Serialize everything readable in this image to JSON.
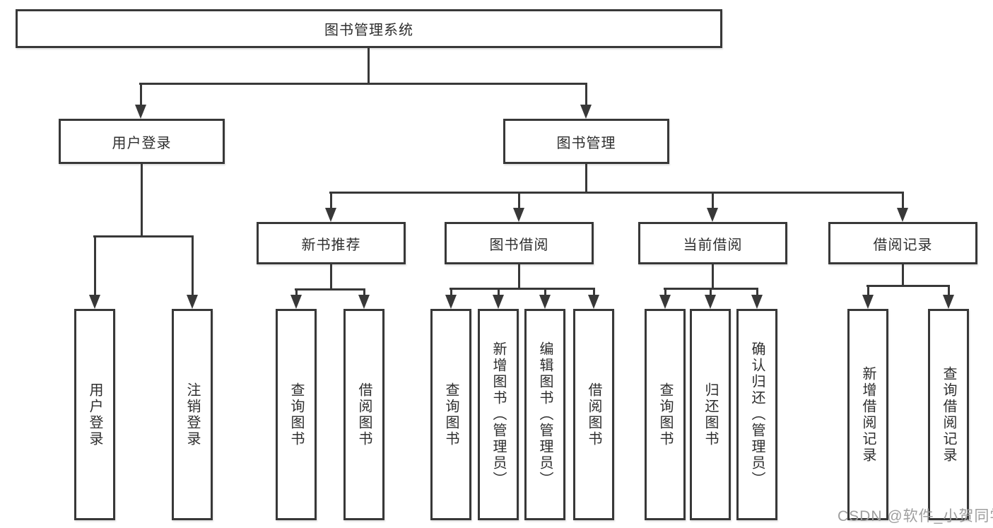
{
  "diagram": {
    "root": {
      "label": "图书管理系统"
    },
    "level2": {
      "user_login": {
        "label": "用户登录"
      },
      "book_management": {
        "label": "图书管理"
      }
    },
    "level3": {
      "new_book_recommend": {
        "label": "新书推荐"
      },
      "book_borrow": {
        "label": "图书借阅"
      },
      "current_borrow": {
        "label": "当前借阅"
      },
      "borrow_records": {
        "label": "借阅记录"
      }
    },
    "leaves": {
      "login": "用户登录",
      "logout": "注销登录",
      "rec_query_books": "查询图书",
      "rec_borrow_books": "借阅图书",
      "bb_query_books": "查询图书",
      "bb_add_books_admin": "新增图书（管理员）",
      "bb_edit_books_admin": "编辑图书（管理员）",
      "bb_borrow_books": "借阅图书",
      "cb_query_books": "查询图书",
      "cb_return_books": "归还图书",
      "cb_confirm_return_admin": "确认归还（管理员）",
      "br_add_record": "新增借阅记录",
      "br_query_record": "查询借阅记录"
    }
  },
  "watermark": {
    "text": "CSDN @软件_小贺同学"
  },
  "colors": {
    "line": "#383838",
    "text": "#2e2e2e",
    "box_background": "#ffffff",
    "watermark": "#9e9e9e",
    "page_background": "#ffffff"
  }
}
